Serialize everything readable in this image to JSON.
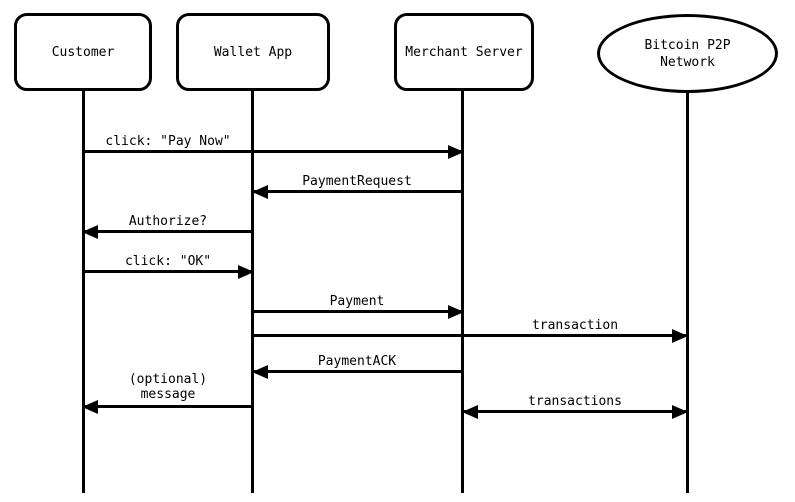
{
  "diagram": {
    "type": "sequence",
    "background": "#ffffff",
    "line_color": "#000000",
    "actors": [
      {
        "label": "Customer",
        "shape": "rounded-rect"
      },
      {
        "label": "Wallet App",
        "shape": "rounded-rect"
      },
      {
        "label": "Merchant Server",
        "shape": "rounded-rect"
      },
      {
        "label": "Bitcoin P2P Network",
        "shape": "ellipse"
      }
    ],
    "messages": [
      {
        "label": "click: \"Pay Now\"",
        "from": "Customer",
        "to": "Merchant Server",
        "arrow": "right"
      },
      {
        "label": "PaymentRequest",
        "from": "Merchant Server",
        "to": "Wallet App",
        "arrow": "left"
      },
      {
        "label": "Authorize?",
        "from": "Wallet App",
        "to": "Customer",
        "arrow": "left"
      },
      {
        "label": "click: \"OK\"",
        "from": "Customer",
        "to": "Wallet App",
        "arrow": "right"
      },
      {
        "label": "Payment",
        "from": "Wallet App",
        "to": "Merchant Server",
        "arrow": "right"
      },
      {
        "label": "transaction",
        "from": "Wallet App",
        "to": "Bitcoin P2P Network",
        "arrow": "right"
      },
      {
        "label": "PaymentACK",
        "from": "Merchant Server",
        "to": "Wallet App",
        "arrow": "left"
      },
      {
        "label": "(optional) message",
        "from": "Wallet App",
        "to": "Customer",
        "arrow": "left"
      },
      {
        "label": "transactions",
        "from": "Merchant Server",
        "to": "Bitcoin P2P Network",
        "arrow": "both"
      }
    ]
  }
}
